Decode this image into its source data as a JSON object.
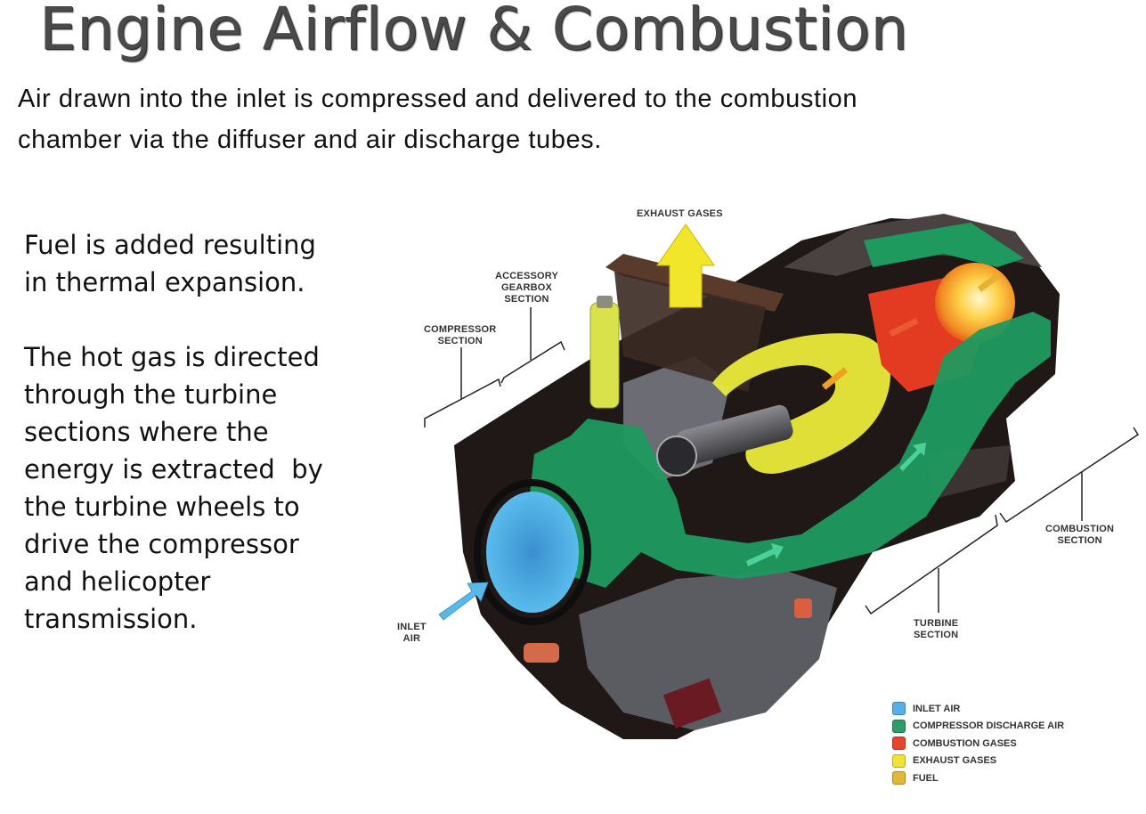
{
  "slide": {
    "title": "Engine Airflow & Combustion",
    "intro_lines": [
      "Air drawn into the inlet is compressed and delivered to the combustion",
      "chamber via the diffuser and air discharge tubes."
    ],
    "side_paragraphs": [
      [
        "Fuel is added resulting",
        "in thermal expansion."
      ],
      [
        "The hot gas is directed",
        "through the turbine",
        "sections where the",
        "energy is extracted  by",
        "the turbine wheels to",
        "drive the compressor",
        "and helicopter",
        "transmission."
      ]
    ]
  },
  "diagram": {
    "labels": {
      "exhaust_gases": "EXHAUST GASES",
      "accessory_gearbox": [
        "ACCESSORY",
        "GEARBOX",
        "SECTION"
      ],
      "compressor_section": [
        "COMPRESSOR",
        "SECTION"
      ],
      "combustion_section": [
        "COMBUSTION",
        "SECTION"
      ],
      "turbine_section": [
        "TURBINE",
        "SECTION"
      ],
      "inlet_air": [
        "INLET",
        "AIR"
      ]
    },
    "colors": {
      "inlet_air": "#4fb3e6",
      "compressor_discharge_air": "#1f9a5f",
      "combustion_gases": "#e8402a",
      "exhaust_gases": "#f2ea2a",
      "fuel": "#e8b830",
      "engine_dark": "#1c1614",
      "engine_metal": "#6e6e72"
    }
  },
  "legend": {
    "items": [
      {
        "label": "INLET AIR",
        "color": "#5aaee6"
      },
      {
        "label": "COMPRESSOR DISCHARGE AIR",
        "color": "#2f9a6a"
      },
      {
        "label": "COMBUSTION GASES",
        "color": "#e5452e"
      },
      {
        "label": "EXHAUST GASES",
        "color": "#f2e23a"
      },
      {
        "label": "FUEL",
        "color": "#e2b83a"
      }
    ]
  }
}
